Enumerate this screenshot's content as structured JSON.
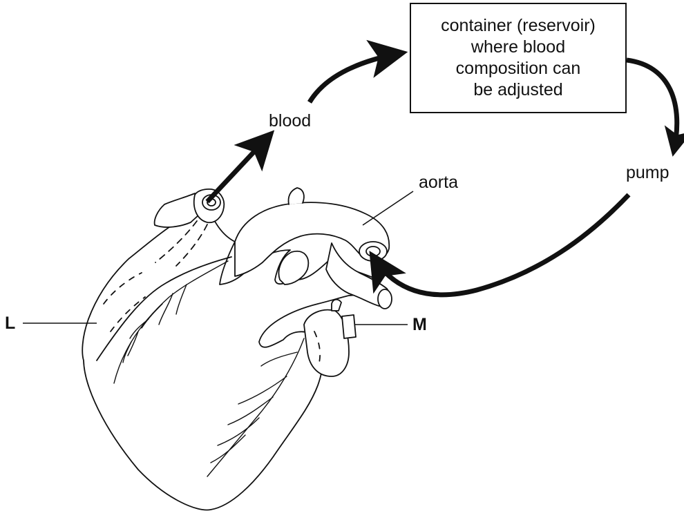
{
  "diagram": {
    "labels": {
      "blood": "blood",
      "aorta": "aorta",
      "pump": "pump",
      "L": "L",
      "M": "M"
    },
    "reservoir_lines": [
      "container (reservoir)",
      "where blood",
      "composition can",
      "be adjusted"
    ],
    "colors": {
      "ink": "#111111",
      "background": "#ffffff"
    }
  }
}
